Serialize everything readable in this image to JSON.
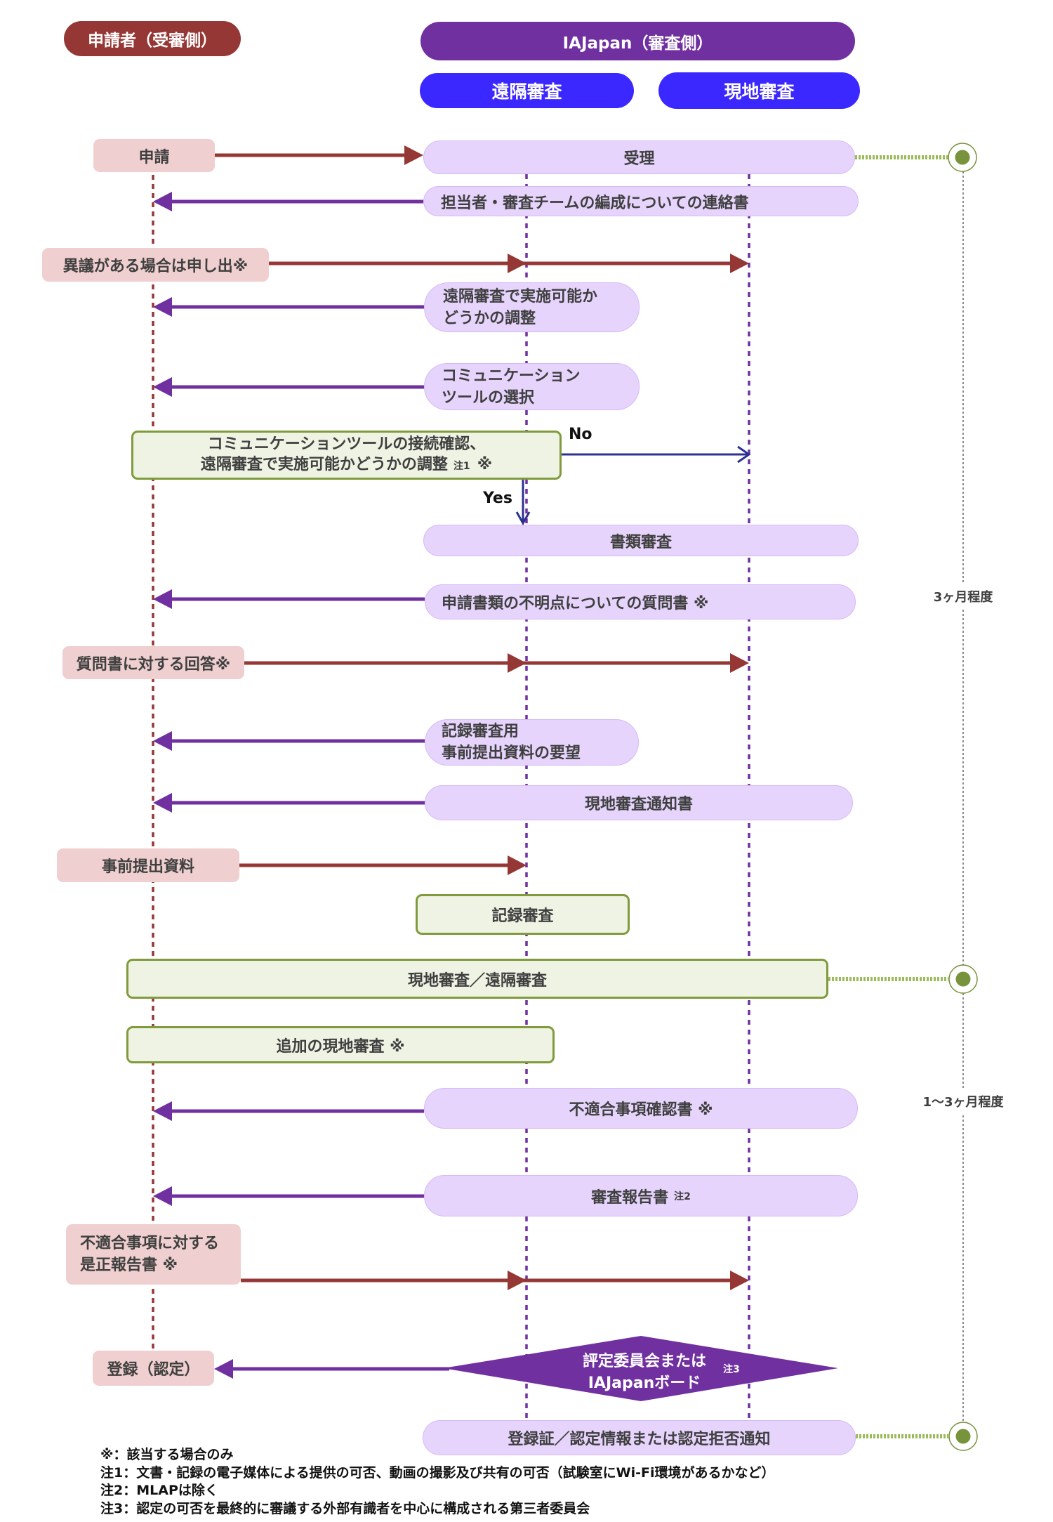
{
  "colors": {
    "applicant": "#953735",
    "reviewer": "#7030A0",
    "audit_mode": "#3B27FF",
    "applicant_box": "#EFCFCF",
    "reviewer_box": "#E6D4FC",
    "joint_box": "#EEF3E3",
    "joint_border": "#7F9B3C",
    "decision_arrow": "#2E3192",
    "milestone": "#77933C"
  },
  "lanes": {
    "applicant": "申請者（受審側）",
    "reviewer": "IAJapan（審査側）",
    "remote_audit": "遠隔審査",
    "onsite_audit": "現地審査"
  },
  "applicant_steps": {
    "application": "申請",
    "objection": "異議がある場合は申し出※",
    "answer": "質問書に対する回答※",
    "pre_submission": "事前提出資料",
    "corrective_report": [
      "不適合事項に対する",
      "是正報告書 ※"
    ],
    "registration": "登録（認定）"
  },
  "reviewer_steps": {
    "acceptance": "受理",
    "team_notice": "担当者・審査チームの編成についての連絡書",
    "remote_feasibility": [
      "遠隔審査で実施可能か",
      "どうかの調整"
    ],
    "tool_selection": [
      "コミュニケーション",
      "ツールの選択"
    ],
    "document_review": "書類審査",
    "question_letter": "申請書類の不明点についての質問書 ※",
    "pre_submission_request": [
      "記録審査用",
      "事前提出資料の要望"
    ],
    "onsite_notice": "現地審査通知書",
    "nonconformity_confirmation": "不適合事項確認書 ※",
    "audit_report": "審査報告書",
    "audit_report_note": "注2",
    "result_notice": "登録証／認定情報または認定拒否通知"
  },
  "joint_steps": {
    "connection_check": [
      "コミュニケーションツールの接続確認、",
      "遠隔審査で実施可能かどうかの調整"
    ],
    "connection_check_note": "注1",
    "connection_check_mark": "※",
    "record_review": "記録審査",
    "audit": "現地審査／遠隔審査",
    "additional_audit": "追加の現地審査 ※"
  },
  "decision": {
    "yes": "Yes",
    "no": "No"
  },
  "board": {
    "line1": "評定委員会または",
    "note": "注3",
    "line2": "IAJapanボード"
  },
  "timeline": {
    "period1": "3ヶ月程度",
    "period2": "1～3ヶ月程度"
  },
  "notes": [
    "※：該当する場合のみ",
    "注1：文書・記録の電子媒体による提供の可否、動画の撮影及び共有の可否（試験室にWi-Fi環境があるかなど）",
    "注2：MLAPは除く",
    "注3：認定の可否を最終的に審議する外部有識者を中心に構成される第三者委員会"
  ]
}
